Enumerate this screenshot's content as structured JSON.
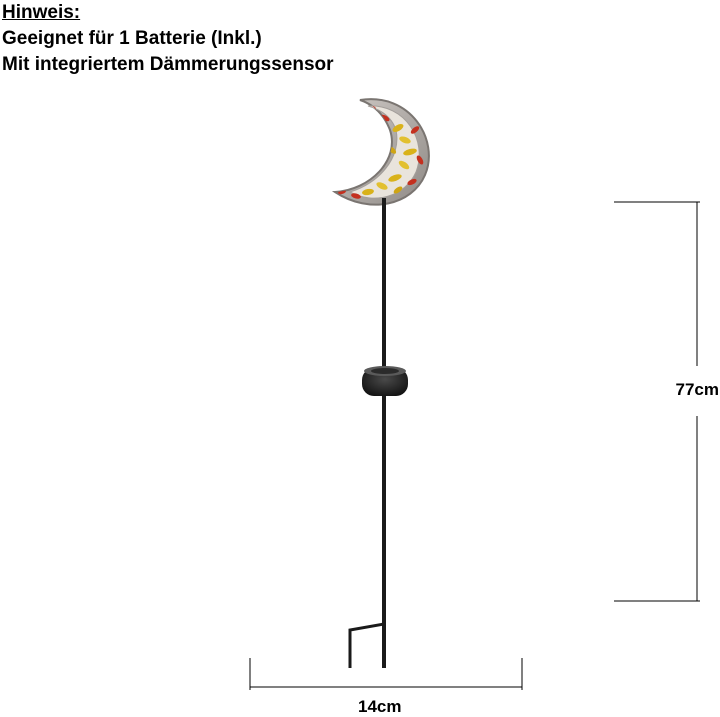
{
  "note": {
    "heading": "Hinweis:",
    "line1": "Geeignet für 1 Batterie (Inkl.)",
    "line2": "Mit integriertem Dämmerungssensor"
  },
  "dimensions": {
    "height": "77cm",
    "width": "14cm"
  },
  "colors": {
    "stake": "#1a1a1a",
    "moon_frame": "#b9b4b0",
    "leaf_yellow": "#d9b21a",
    "leaf_red": "#c4301f",
    "dimension_line": "#000000"
  }
}
